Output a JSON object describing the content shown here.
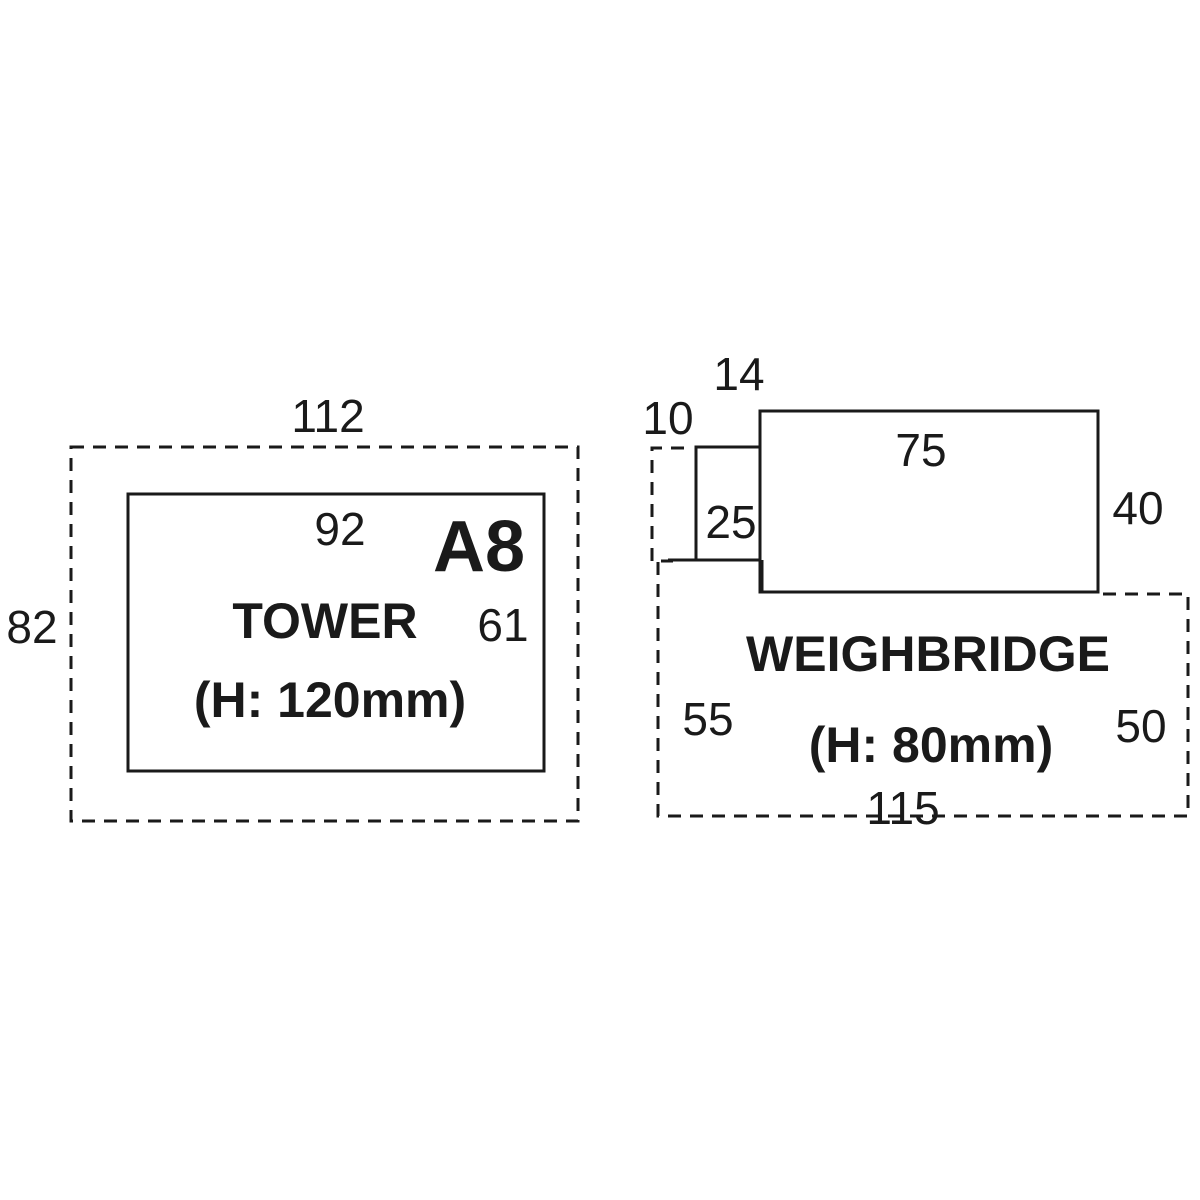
{
  "tower": {
    "outer_width": "112",
    "outer_height": "82",
    "inner_width": "92",
    "inner_height": "61",
    "model": "A8",
    "name": "TOWER",
    "height_note": "(H: 120mm)"
  },
  "weighbridge": {
    "top_offset": "14",
    "left_offset": "10",
    "small_box": "25",
    "display_width": "75",
    "display_height": "40",
    "name": "WEIGHBRIDGE",
    "height_note": "(H: 80mm)",
    "left_height": "55",
    "right_height": "50",
    "base_width": "115"
  }
}
